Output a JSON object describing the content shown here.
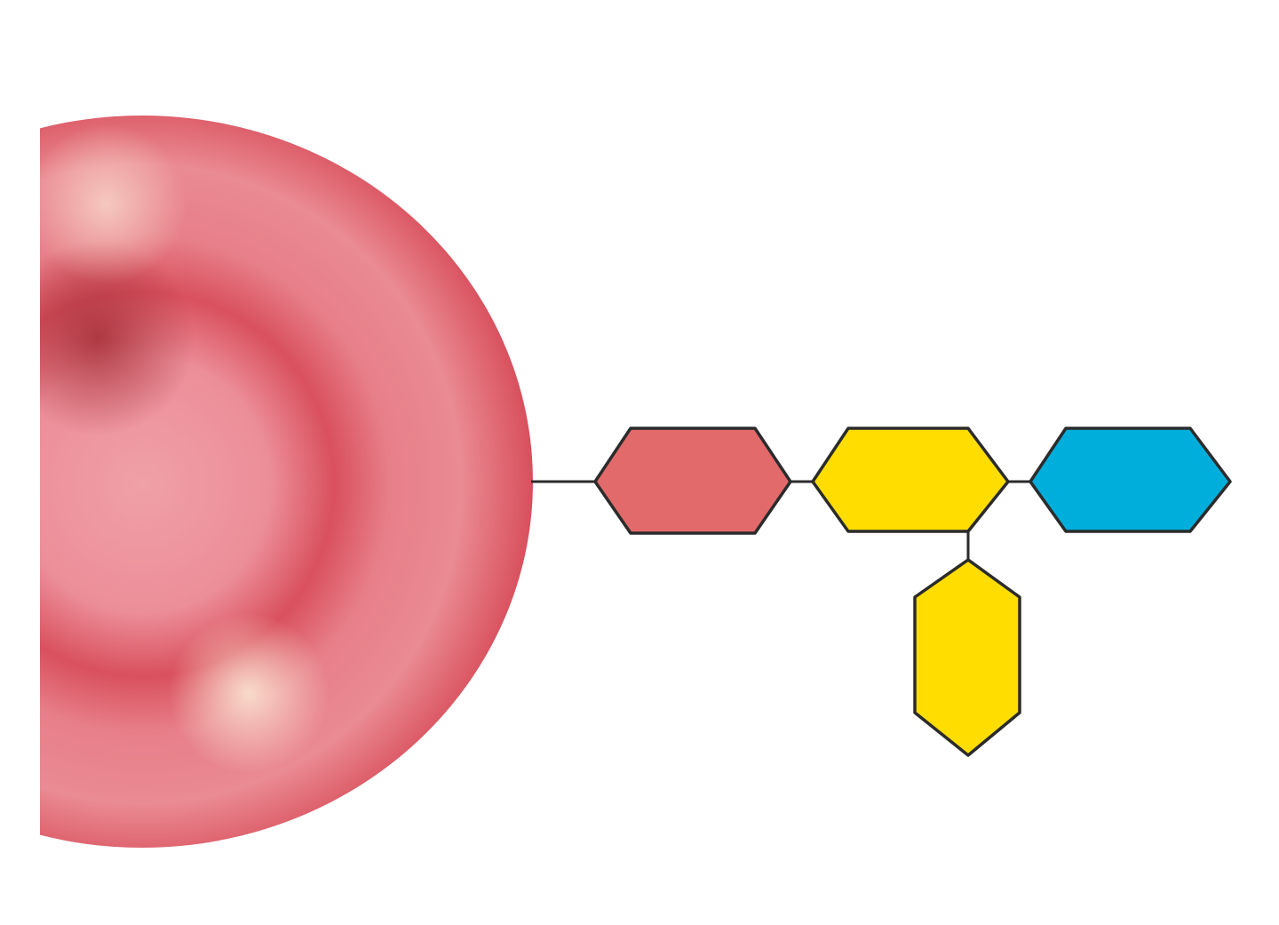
{
  "diagram": {
    "cell": {
      "kind": "red-blood-cell",
      "colors": {
        "base": "#d9505e",
        "dark": "#a8323c",
        "light": "#f0a0a8",
        "highlight": "#fbe6d4"
      }
    },
    "chain": [
      {
        "kind": "sugar-hexagon",
        "color": "#e36a6a"
      },
      {
        "kind": "sugar-hexagon",
        "color": "#ffdd00"
      },
      {
        "kind": "sugar-hexagon",
        "color": "#00aedb"
      },
      {
        "kind": "sugar-hexagon-branch",
        "color": "#ffdd00"
      }
    ],
    "stroke_color": "#2b2b2b"
  }
}
